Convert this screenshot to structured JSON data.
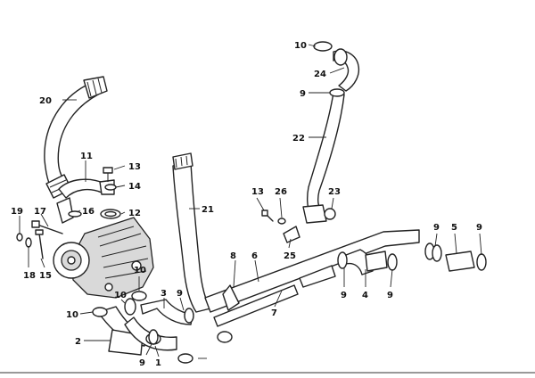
{
  "callouts": {
    "c1": "1",
    "c2": "2",
    "c3": "3",
    "c4": "4",
    "c5": "5",
    "c6": "6",
    "c7": "7",
    "c8": "8",
    "c9a": "9",
    "c9b": "9",
    "c9c": "9",
    "c9d": "9",
    "c9e": "9",
    "c9f": "9",
    "c9g": "9",
    "c10a": "10",
    "c10b": "10",
    "c10c": "10",
    "c10d": "10",
    "c11": "11",
    "c12": "12",
    "c13a": "13",
    "c13b": "13",
    "c14": "14",
    "c15": "15",
    "c16": "16",
    "c17": "17",
    "c18": "18",
    "c19": "19",
    "c20": "20",
    "c21": "21",
    "c22": "22",
    "c23": "23",
    "c24": "24",
    "c25": "25",
    "c26": "26"
  }
}
